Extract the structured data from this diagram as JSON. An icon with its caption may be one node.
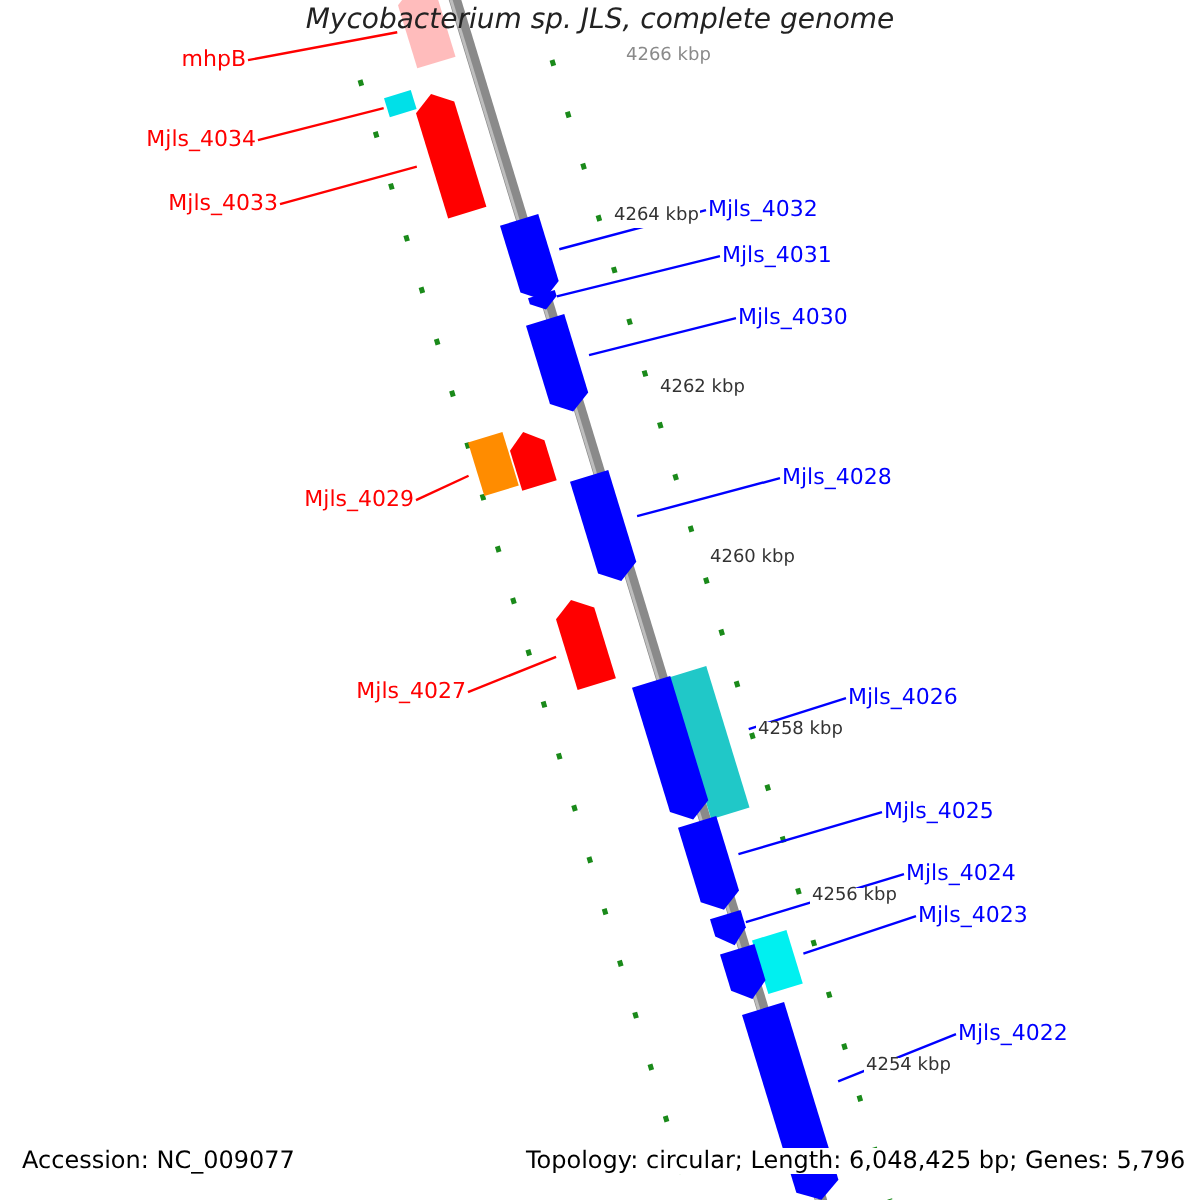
{
  "diagram": {
    "title": "Mycobacterium sp. JLS, complete genome",
    "nodes": [
      {
        "text": [
          "mhpB"
        ]
      },
      {
        "text": [
          "Mjls_4034"
        ]
      },
      {
        "text": [
          "Mjls_4033"
        ]
      },
      {
        "text": [
          "Mjls_4032"
        ]
      },
      {
        "text": [
          "Mjls_4031"
        ]
      },
      {
        "text": [
          "Mjls_4030"
        ]
      },
      {
        "text": [
          "Mjls_4028"
        ]
      },
      {
        "text": [
          "Mjls_4029"
        ]
      },
      {
        "text": [
          "Mjls_4027"
        ]
      },
      {
        "text": [
          "Mjls_4026"
        ]
      },
      {
        "text": [
          "Mjls_4025"
        ]
      },
      {
        "text": [
          "Mjls_4024"
        ]
      },
      {
        "text": [
          "Mjls_4023"
        ]
      },
      {
        "text": [
          "Mjls_4022"
        ]
      },
      {
        "text": [],
        "shape": "bar"
      },
      {
        "text": [],
        "shape": "box"
      },
      {
        "text": [],
        "shape": "bar"
      },
      {
        "text": [],
        "shape": "bar"
      },
      {
        "text": [],
        "shape": "bar"
      },
      {
        "text": [],
        "shape": "bar"
      },
      {
        "text": [],
        "shape": "bar"
      },
      {
        "text": [],
        "shape": "box"
      },
      {
        "text": [],
        "shape": "bar"
      },
      {
        "text": [],
        "shape": "bar"
      },
      {
        "text": [],
        "shape": "box"
      },
      {
        "text": [],
        "shape": "bar"
      },
      {
        "text": [],
        "shape": "bar"
      },
      {
        "text": [],
        "shape": "bar"
      },
      {
        "text": [],
        "shape": "box"
      },
      {
        "text": [],
        "shape": "bar"
      },
      {
        "text": [],
        "shape": "bar"
      }
    ],
    "edges": [
      {
        "from": 0,
        "to": 14,
        "arrow": "none",
        "color": "#ff0000"
      },
      {
        "from": 1,
        "to": 15,
        "arrow": "none",
        "color": "#ff0000"
      },
      {
        "from": 2,
        "to": 16,
        "arrow": "none",
        "color": "#ff0000"
      },
      {
        "from": 3,
        "to": 17,
        "arrow": "none"
      },
      {
        "from": 4,
        "to": 18,
        "arrow": "none"
      },
      {
        "from": 5,
        "to": 19,
        "arrow": "none"
      },
      {
        "from": 6,
        "to": 22,
        "arrow": "none"
      },
      {
        "from": 7,
        "to": 21,
        "arrow": "none",
        "color": "#ff0000"
      },
      {
        "from": 8,
        "to": 23,
        "arrow": "none",
        "color": "#ff0000"
      },
      {
        "from": 9,
        "to": 24,
        "arrow": "none"
      },
      {
        "from": 10,
        "to": 26,
        "arrow": "none"
      },
      {
        "from": 11,
        "to": 27,
        "arrow": "none"
      },
      {
        "from": 12,
        "to": 28,
        "arrow": "none"
      },
      {
        "from": 13,
        "to": 30,
        "arrow": "none"
      }
    ],
    "labels": [
      "4266 kbp",
      "4264 kbp",
      "4262 kbp",
      "4260 kbp",
      "4258 kbp",
      "4256 kbp",
      "4254 kbp",
      "Accession: NC_009077",
      "Topology: circular; Length: 6,048,425 bp; Genes: 5,796"
    ]
  }
}
